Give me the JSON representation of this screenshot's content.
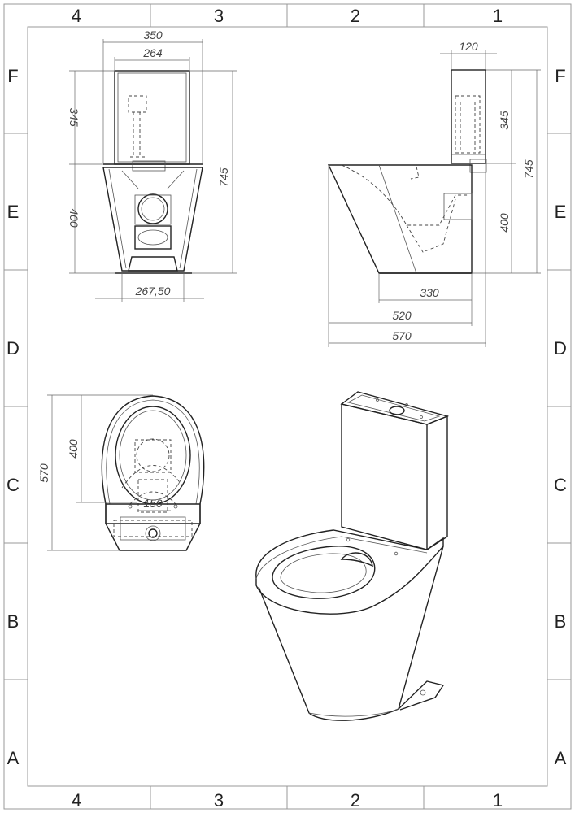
{
  "frame": {
    "columns": [
      "4",
      "3",
      "2",
      "1"
    ],
    "rows": [
      "F",
      "E",
      "D",
      "C",
      "B",
      "A"
    ]
  },
  "front_view": {
    "dim_width_top": "350",
    "dim_width_inner": "264",
    "dim_tank_height": "345",
    "dim_bowl_height": "400",
    "dim_total_height": "745",
    "dim_base_width": "267,50"
  },
  "side_view": {
    "dim_tank_depth": "120",
    "dim_tank_height": "345",
    "dim_bowl_height": "400",
    "dim_total_height": "745",
    "dim_base_depth": "330",
    "dim_depth_520": "520",
    "dim_depth_570": "570"
  },
  "top_view": {
    "dim_total_depth": "570",
    "dim_outlet_pos": "400",
    "dim_outlet_dia": "150"
  }
}
